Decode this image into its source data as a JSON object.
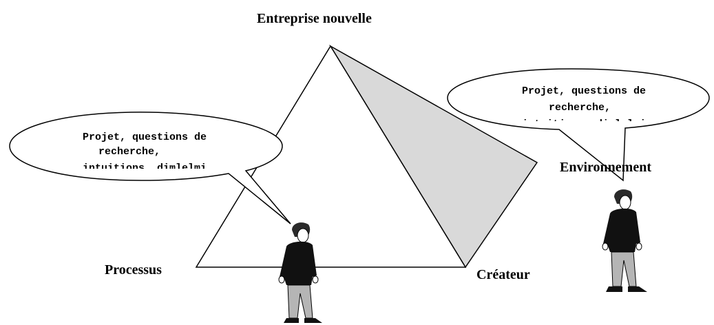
{
  "diagram": {
    "apex_label": "Entreprise nouvelle",
    "left_label": "Processus",
    "right_label": "Créateur",
    "far_label": "Environnement",
    "bubble_left": {
      "line1": "Projet, questions de",
      "line2": "recherche,",
      "line3": "intuitions, dimlelmi"
    },
    "bubble_right": {
      "line1": "Projet, questions de",
      "line2": "recherche,",
      "line3": "intuitions, dimlelmi"
    },
    "colors": {
      "shaded_face": "#d9d9d9",
      "jacket": "#111111",
      "trousers": "#b5b5b5"
    }
  }
}
